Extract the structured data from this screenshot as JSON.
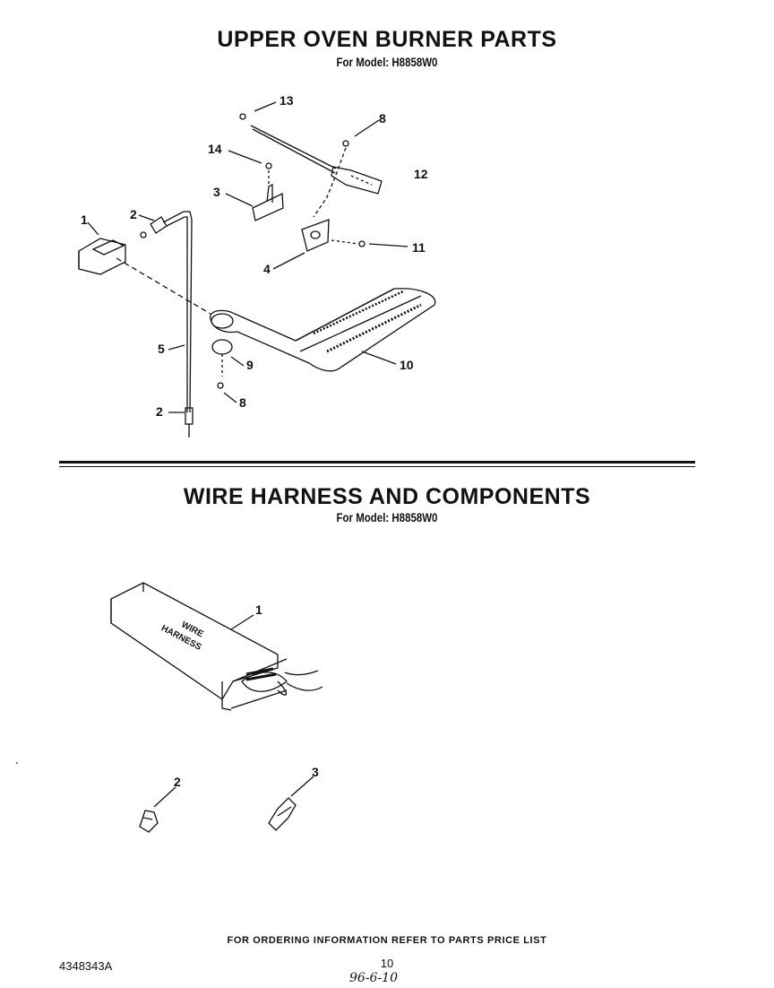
{
  "section1": {
    "title": "UPPER OVEN BURNER PARTS",
    "subtitle": "For Model: H8858W0",
    "callouts": [
      "13",
      "8",
      "14",
      "12",
      "3",
      "2",
      "1",
      "11",
      "4",
      "5",
      "10",
      "9",
      "8",
      "2"
    ]
  },
  "section2": {
    "title": "WIRE HARNESS AND COMPONENTS",
    "subtitle": "For Model: H8858W0",
    "callouts": [
      "1",
      "2",
      "3"
    ],
    "box_text_line1": "WIRE",
    "box_text_line2": "HARNESS"
  },
  "footer": {
    "ordering_note": "FOR ORDERING INFORMATION REFER TO PARTS PRICE LIST",
    "doc_number": "4348343A",
    "page_number": "10",
    "handwritten": "96-6-10"
  }
}
